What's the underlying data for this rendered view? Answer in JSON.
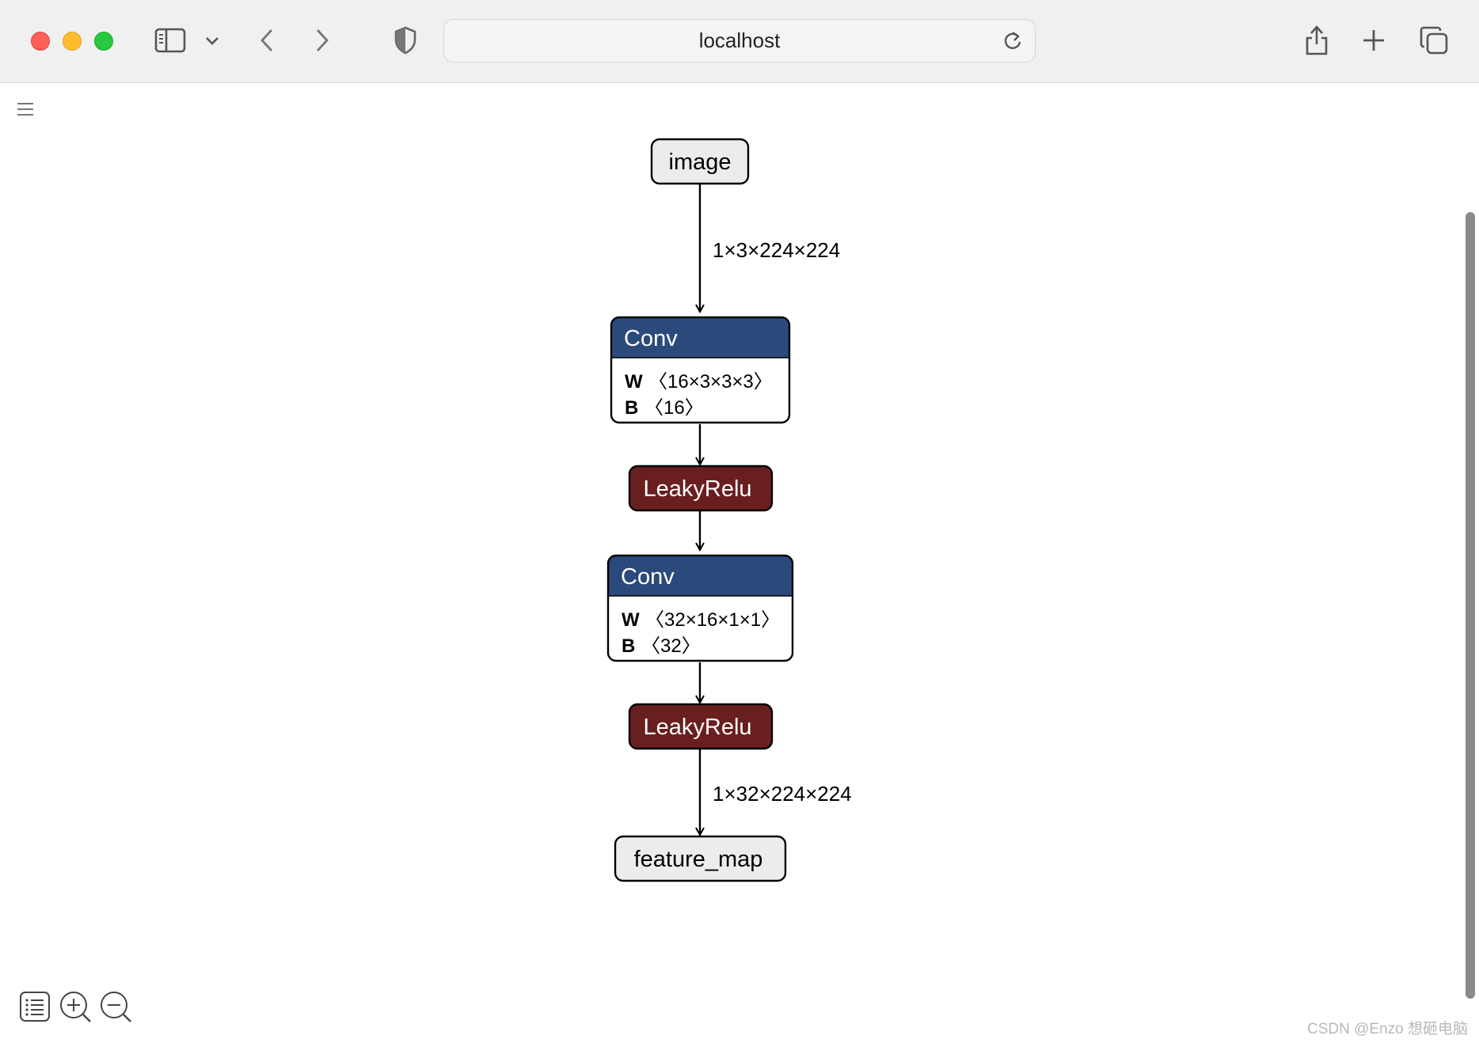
{
  "browser": {
    "url": "localhost",
    "icons": {
      "sidebar": "sidebar-icon",
      "chevron": "chevron-down-icon",
      "back": "back-icon",
      "forward": "forward-icon",
      "shield": "shield-icon",
      "reload": "reload-icon",
      "share": "share-icon",
      "new_tab": "plus-icon",
      "tabs": "tabs-overview-icon"
    }
  },
  "graph": {
    "nodes": [
      {
        "id": "image",
        "title": "image",
        "kind": "io"
      },
      {
        "id": "conv1",
        "title": "Conv",
        "kind": "conv",
        "attrs": [
          {
            "key": "W",
            "value": "〈16×3×3×3〉"
          },
          {
            "key": "B",
            "value": "〈16〉"
          }
        ]
      },
      {
        "id": "relu1",
        "title": "LeakyRelu",
        "kind": "activation"
      },
      {
        "id": "conv2",
        "title": "Conv",
        "kind": "conv",
        "attrs": [
          {
            "key": "W",
            "value": "〈32×16×1×1〉"
          },
          {
            "key": "B",
            "value": "〈32〉"
          }
        ]
      },
      {
        "id": "relu2",
        "title": "LeakyRelu",
        "kind": "activation"
      },
      {
        "id": "feature_map",
        "title": "feature_map",
        "kind": "io"
      }
    ],
    "edges": [
      {
        "from": "image",
        "to": "conv1",
        "label": "1×3×224×224"
      },
      {
        "from": "conv1",
        "to": "relu1",
        "label": ""
      },
      {
        "from": "relu1",
        "to": "conv2",
        "label": ""
      },
      {
        "from": "conv2",
        "to": "relu2",
        "label": ""
      },
      {
        "from": "relu2",
        "to": "feature_map",
        "label": "1×32×224×224"
      }
    ],
    "colors": {
      "conv": "#2b4a7c",
      "activation": "#6a1f1f",
      "io_fill": "#ececec",
      "stroke": "#000000"
    }
  },
  "watermark": "CSDN @Enzo 想砸电脑"
}
